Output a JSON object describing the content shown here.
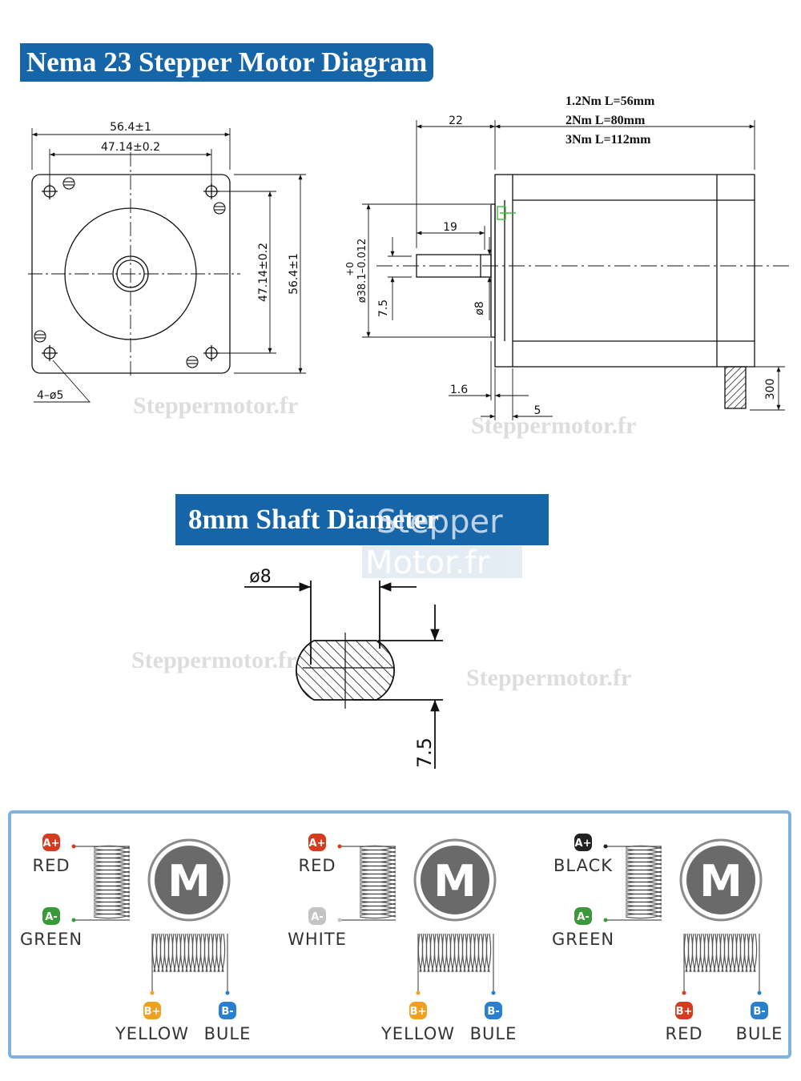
{
  "header": {
    "title": "Nema 23 Stepper Motor Diagram"
  },
  "front_view": {
    "dim_overall_width": "56.4±1",
    "dim_hole_spacing_h": "47.14±0.2",
    "dim_hole_spacing_v": "47.14±0.2",
    "dim_overall_height": "56.4±1",
    "hole_callout": "4–ø5"
  },
  "side_view": {
    "models": [
      "1.2Nm L=56mm",
      "2Nm L=80mm",
      "3Nm L=112mm"
    ],
    "dim_shaft_length": "22",
    "dim_flat_length": "19",
    "dim_pilot_tolerance": "+0",
    "dim_pilot_diameter": "ø38.1–0.012",
    "dim_flat_depth": "7.5",
    "dim_shaft_diameter": "ø8",
    "dim_pilot_height": "1.6",
    "dim_flange_thickness": "5",
    "dim_lead_length": "300"
  },
  "watermark": "Steppermotor.fr",
  "shaft_section": {
    "title": "8mm Shaft Diameter",
    "dim_diameter": "ø8",
    "dim_flat": "7.5",
    "watermark_logo": [
      "Stepper",
      "Motor.fr"
    ]
  },
  "wiring": {
    "motor_symbol": "M",
    "configs": [
      {
        "a_plus": {
          "tag": "A+",
          "color_name": "RED",
          "color": "#d43b1f"
        },
        "a_minus": {
          "tag": "A-",
          "color_name": "GREEN",
          "color": "#3a9a3a"
        },
        "b_plus": {
          "tag": "B+",
          "color_name": "YELLOW",
          "color": "#f0a020"
        },
        "b_minus": {
          "tag": "B-",
          "color_name": "BULE",
          "color": "#2b7fd0"
        }
      },
      {
        "a_plus": {
          "tag": "A+",
          "color_name": "RED",
          "color": "#d43b1f"
        },
        "a_minus": {
          "tag": "A-",
          "color_name": "WHITE",
          "color": "#c4c4c4"
        },
        "b_plus": {
          "tag": "B+",
          "color_name": "YELLOW",
          "color": "#f0a020"
        },
        "b_minus": {
          "tag": "B-",
          "color_name": "BULE",
          "color": "#2b7fd0"
        }
      },
      {
        "a_plus": {
          "tag": "A+",
          "color_name": "BLACK",
          "color": "#222222"
        },
        "a_minus": {
          "tag": "A-",
          "color_name": "GREEN",
          "color": "#3a9a3a"
        },
        "b_plus": {
          "tag": "B+",
          "color_name": "RED",
          "color": "#d43b1f"
        },
        "b_minus": {
          "tag": "B-",
          "color_name": "BULE",
          "color": "#2b7fd0"
        }
      }
    ]
  }
}
